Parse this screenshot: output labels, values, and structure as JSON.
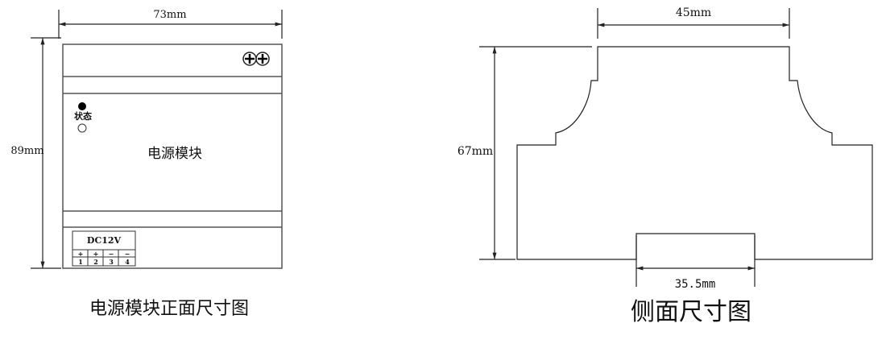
{
  "front": {
    "width_dim": "73mm",
    "height_dim": "89mm",
    "status_label": "状态",
    "module_label": "电源模块",
    "terminal": {
      "title": "DC12V",
      "polarity": [
        "+",
        "+",
        "−",
        "−"
      ],
      "numbers": [
        "1",
        "2",
        "3",
        "4"
      ]
    },
    "caption": "电源模块正面尺寸图"
  },
  "side": {
    "width_dim": "45mm",
    "height_dim": "67mm",
    "rail_dim": "35.5mm",
    "caption": "侧面尺寸图"
  }
}
